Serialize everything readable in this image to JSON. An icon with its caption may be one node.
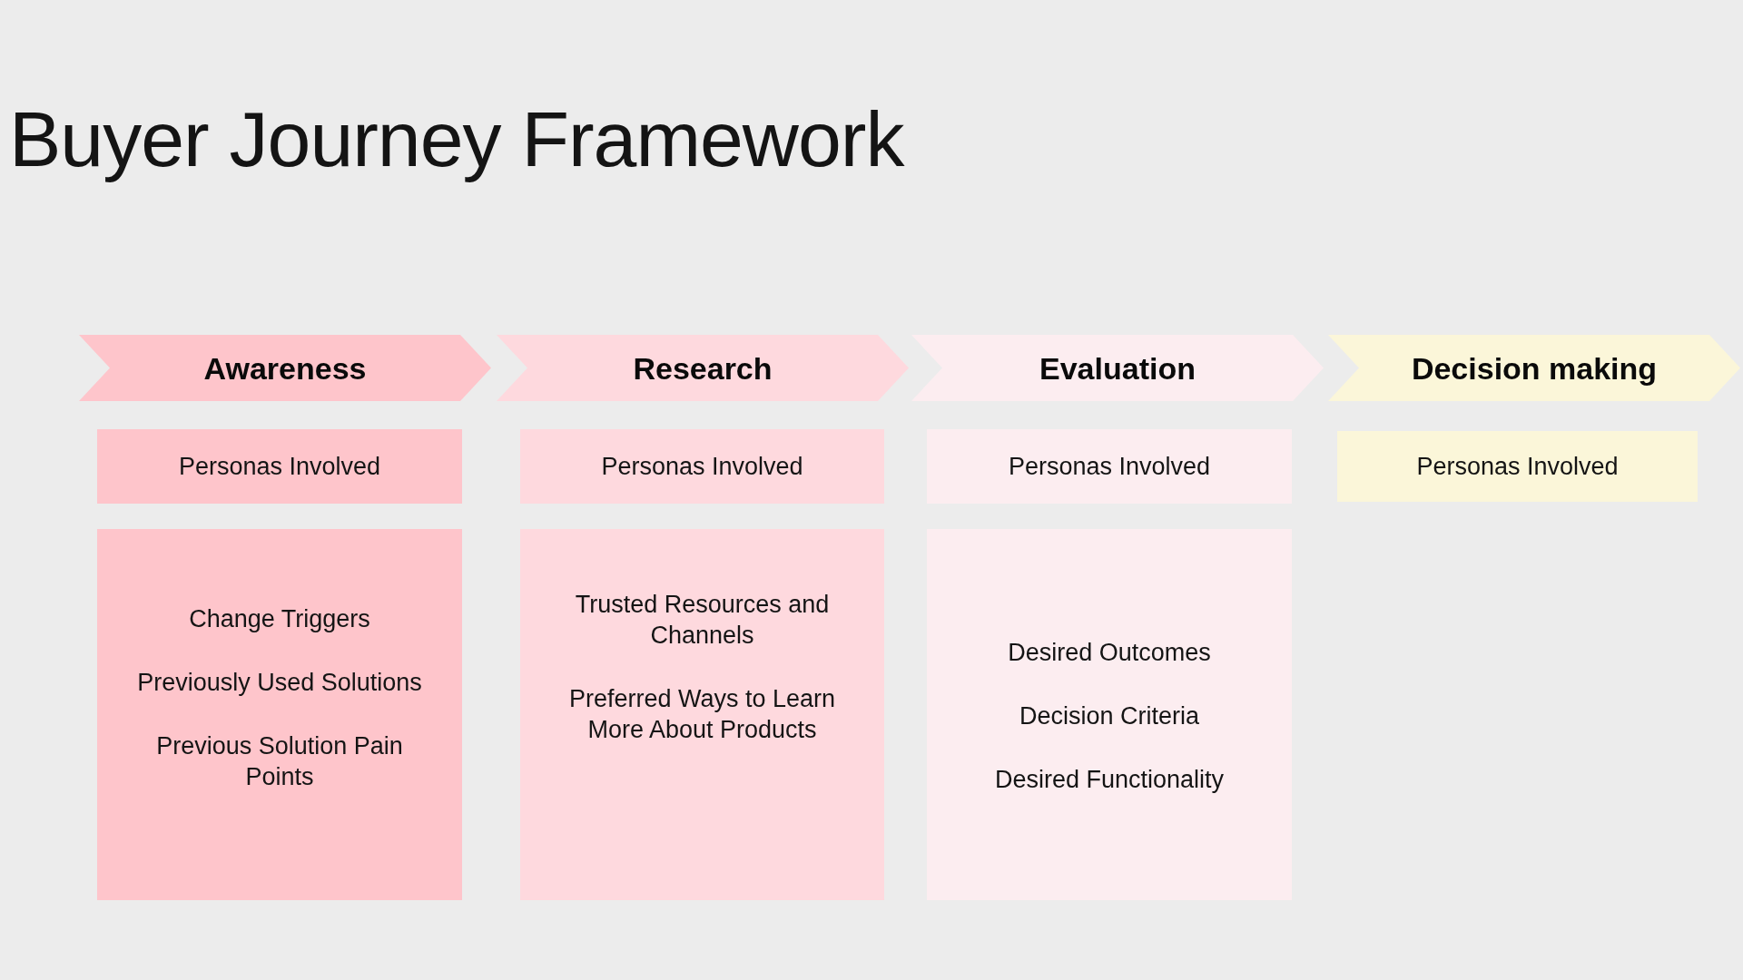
{
  "diagram": {
    "title": "Buyer Journey Framework",
    "nodes": [
      {
        "text": [
          "Awareness"
        ]
      },
      {
        "text": [
          "Research"
        ]
      },
      {
        "text": [
          "Evaluation"
        ]
      },
      {
        "text": [
          "Decision making"
        ]
      },
      {
        "text": [
          "Personas Involved"
        ]
      },
      {
        "text": [
          "Personas Involved"
        ]
      },
      {
        "text": [
          "Personas Involved"
        ]
      },
      {
        "text": [
          "Personas Involved"
        ]
      },
      {
        "text": [
          "Change Triggers",
          "Previously Used Solutions",
          "Previous Solution Pain Points"
        ]
      },
      {
        "text": [
          "Trusted Resources and Channels",
          "Preferred Ways to Learn More About Products"
        ]
      },
      {
        "text": [
          "Desired Outcomes",
          "Decision Criteria",
          "Desired Functionality"
        ]
      }
    ]
  }
}
